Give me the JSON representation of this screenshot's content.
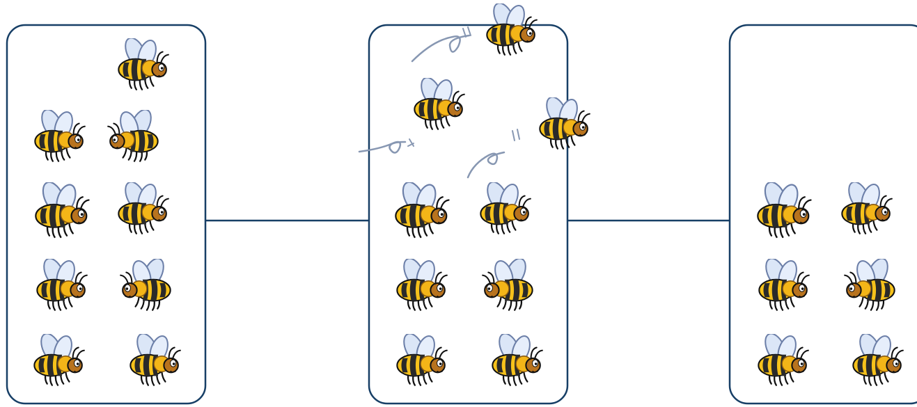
{
  "colors": {
    "frame": "#173f66",
    "bee_yellow": "#f6c21b",
    "bee_stripe": "#2a2a2a",
    "bee_head": "#b8731e",
    "wing": "#dbe6f7",
    "wing_edge": "#6c7fa8",
    "trail": "#8797b2"
  },
  "panels": [
    {
      "name": "left",
      "bee_count": 9,
      "bees": [
        {
          "facing": "right",
          "pose": "front"
        },
        {
          "facing": "right",
          "pose": "side"
        },
        {
          "facing": "left",
          "pose": "side"
        },
        {
          "facing": "left",
          "pose": "spread"
        },
        {
          "facing": "left",
          "pose": "side"
        },
        {
          "facing": "right",
          "pose": "side"
        },
        {
          "facing": "left",
          "pose": "side"
        },
        {
          "facing": "left",
          "pose": "side"
        },
        {
          "facing": "right",
          "pose": "front"
        }
      ]
    },
    {
      "name": "middle",
      "bee_count": 9,
      "flying_away": 3,
      "bees": [
        {
          "facing": "right",
          "pose": "side",
          "flying": true
        },
        {
          "facing": "right",
          "pose": "side",
          "flying": true
        },
        {
          "facing": "right",
          "pose": "spread",
          "flying": true
        },
        {
          "facing": "left",
          "pose": "spread"
        },
        {
          "facing": "left",
          "pose": "side"
        },
        {
          "facing": "right",
          "pose": "side"
        },
        {
          "facing": "left",
          "pose": "side"
        },
        {
          "facing": "left",
          "pose": "side"
        },
        {
          "facing": "right",
          "pose": "front"
        }
      ]
    },
    {
      "name": "right",
      "bee_count": 6,
      "bees": [
        {
          "facing": "left",
          "pose": "spread"
        },
        {
          "facing": "left",
          "pose": "side"
        },
        {
          "facing": "right",
          "pose": "side"
        },
        {
          "facing": "left",
          "pose": "side"
        },
        {
          "facing": "left",
          "pose": "side"
        },
        {
          "facing": "right",
          "pose": "front"
        }
      ]
    }
  ]
}
